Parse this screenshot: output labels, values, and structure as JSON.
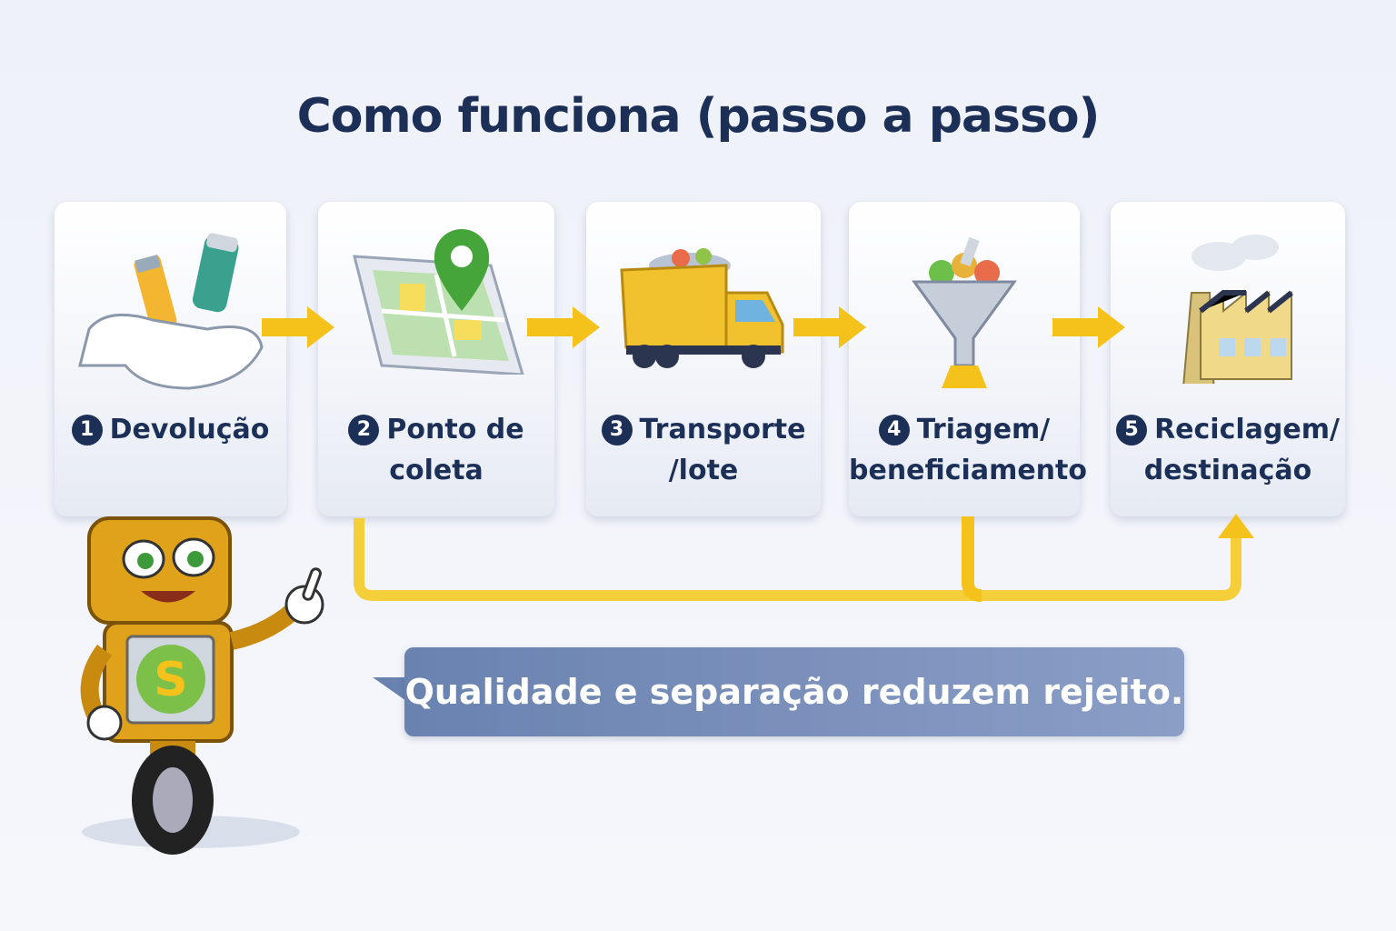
{
  "title": "Como funciona (passo a passo)",
  "steps": [
    {
      "number": "1",
      "label": "Devolução",
      "icon": "hand-with-bottles-icon"
    },
    {
      "number": "2",
      "label": "Ponto de coleta",
      "icon": "map-pin-icon"
    },
    {
      "number": "3",
      "label": "Transporte /lote",
      "icon": "truck-icon"
    },
    {
      "number": "4",
      "label": "Triagem/ beneficiamento",
      "icon": "funnel-icon"
    },
    {
      "number": "5",
      "label": "Reciclagem/ destinação",
      "icon": "factory-icon"
    }
  ],
  "callout": "Qualidade e separação reduzem rejeito.",
  "colors": {
    "title": "#1c2f57",
    "arrow": "#f5c21b",
    "bubble": "#6a82b0",
    "mascot": "#e0a21a"
  }
}
